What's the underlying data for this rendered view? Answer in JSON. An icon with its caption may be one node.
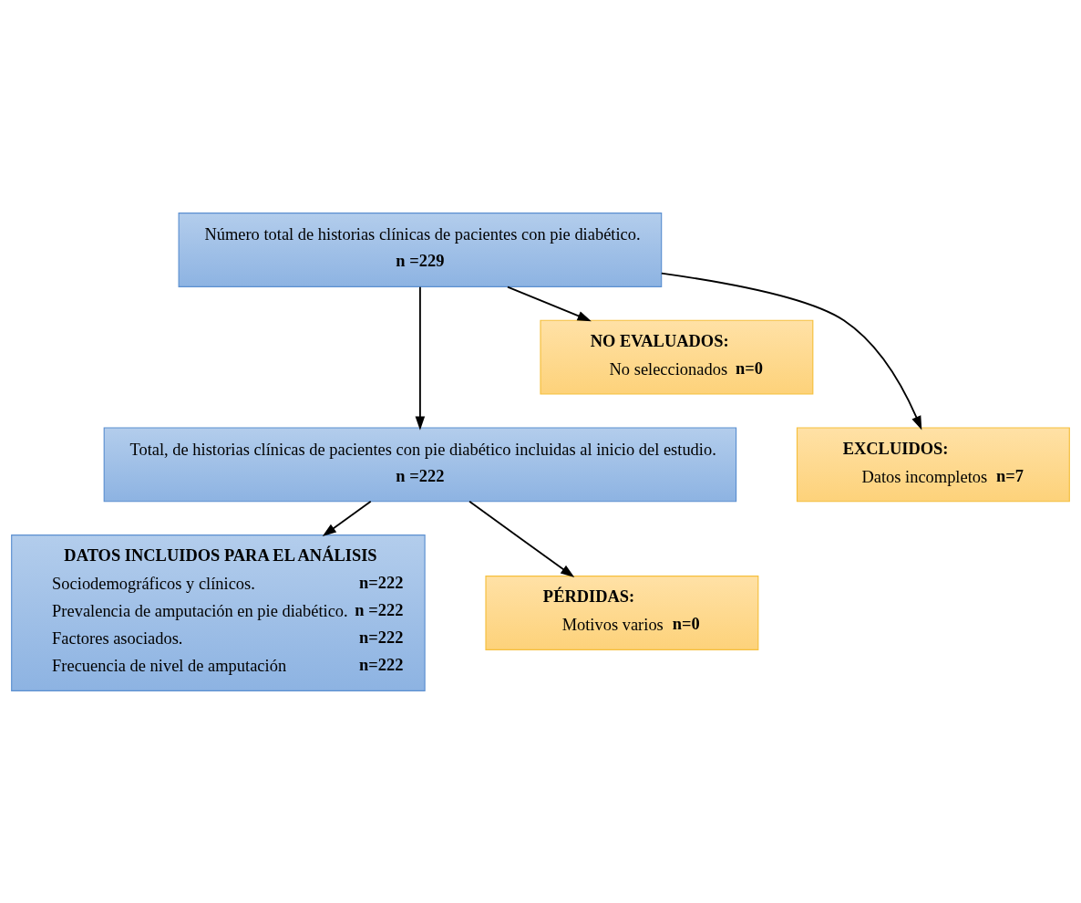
{
  "diagram": {
    "nodes": [
      {
        "text": [
          "Número total de historias clínicas de pacientes con pie diabético.",
          "n =229"
        ]
      },
      {
        "text": [
          "NO EVALUADOS:",
          "No seleccionados",
          "n=0"
        ]
      },
      {
        "text": [
          "EXCLUIDOS:",
          "Datos incompletos",
          "n=7"
        ]
      },
      {
        "text": [
          "Total, de historias clínicas de pacientes con pie diabético incluidas al inicio del estudio.",
          "n =222"
        ]
      },
      {
        "text": [
          "PÉRDIDAS:",
          "Motivos varios",
          "n=0"
        ]
      },
      {
        "text": [
          "DATOS INCLUIDOS PARA EL ANÁLISIS",
          "Sociodemográficos y clínicos.",
          "n=222",
          "Prevalencia de amputación en pie diabético.",
          "n =222",
          "Factores asociados.",
          "n=222",
          "Frecuencia de nivel de amputación",
          "n=222"
        ]
      }
    ],
    "edges": [
      {
        "from": 0,
        "to": 3,
        "arrow": "to"
      },
      {
        "from": 0,
        "to": 1,
        "arrow": "to"
      },
      {
        "from": 0,
        "to": 2,
        "arrow": "to"
      },
      {
        "from": 3,
        "to": 5,
        "arrow": "to"
      },
      {
        "from": 3,
        "to": 4,
        "arrow": "to"
      }
    ]
  }
}
